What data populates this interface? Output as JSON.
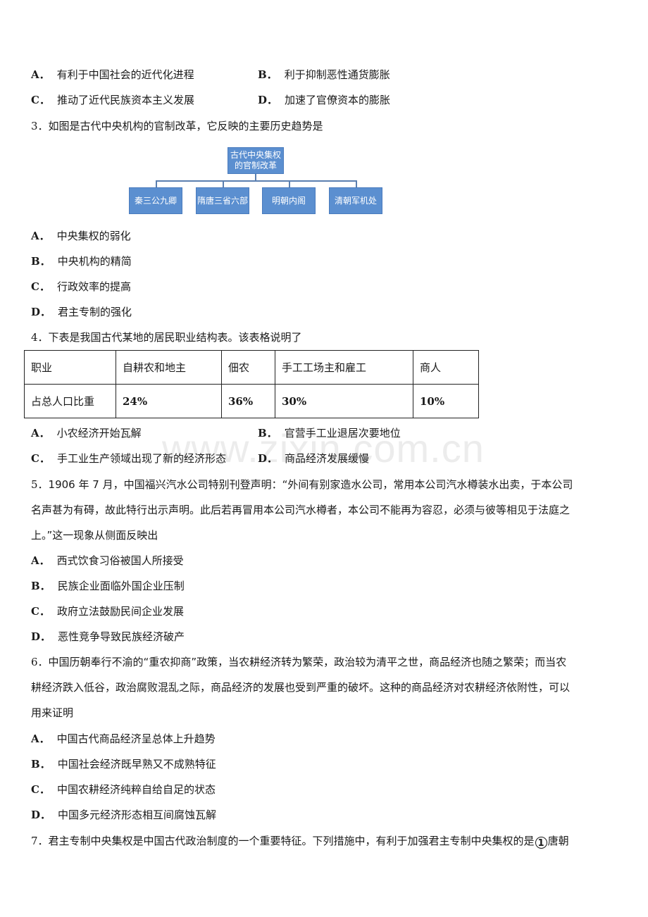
{
  "q2_options": {
    "a_letter": "A．",
    "a_text": "有利于中国社会的近代化进程",
    "b_letter": "B．",
    "b_text": "利于抑制恶性通货膨胀",
    "c_letter": "C．",
    "c_text": "推动了近代民族资本主义发展",
    "d_letter": "D．",
    "d_text": "加速了官僚资本的膨胀"
  },
  "q3": {
    "num": "3．",
    "stem": "如图是古代中央机构的官制改革，它反映的主要历史趋势是",
    "diagram": {
      "root_line1": "古代中央集权",
      "root_line2": "的官制改革",
      "children": [
        "秦三公九卿",
        "隋唐三省六部",
        "明朝内阁",
        "清朝军机处"
      ],
      "box_color": "#5b8fd0"
    },
    "options": [
      {
        "letter": "A．",
        "text": "中央集权的弱化"
      },
      {
        "letter": "B．",
        "text": "中央机构的精简"
      },
      {
        "letter": "C．",
        "text": "行政效率的提高"
      },
      {
        "letter": "D．",
        "text": "君主专制的强化"
      }
    ]
  },
  "q4": {
    "num": "4．",
    "stem": "下表是我国古代某地的居民职业结构表。该表格说明了",
    "table": {
      "header": [
        "职业",
        "自耕农和地主",
        "佃农",
        "手工工场主和雇工",
        "商人"
      ],
      "row": [
        "占总人口比重",
        "24%",
        "36%",
        "30%",
        "10%"
      ]
    },
    "options": {
      "a_letter": "A．",
      "a_text": "小农经济开始瓦解",
      "b_letter": "B．",
      "b_text": "官营手工业退居次要地位",
      "c_letter": "C．",
      "c_text": "手工业生产领域出现了新的经济形态",
      "d_letter": "D．",
      "d_text": "商品经济发展缓慢"
    }
  },
  "watermark": "www.zixin.com.cn",
  "q5": {
    "num": "5．",
    "line1": "1906 年 7 月，中国福兴汽水公司特别刊登声明：“外间有别家造水公司，常用本公司汽水樽装水出卖，于本公司",
    "line2": "名声甚为有碍，故此特行出示声明。此后若再冒用本公司汽水樽者，本公司不能再为容忍，必须与彼等相见于法庭之",
    "line3": "上。”这一现象从侧面反映出",
    "options": [
      {
        "letter": "A．",
        "text": "西式饮食习俗被国人所接受"
      },
      {
        "letter": "B．",
        "text": "民族企业面临外国企业压制"
      },
      {
        "letter": "C．",
        "text": "政府立法鼓励民间企业发展"
      },
      {
        "letter": "D．",
        "text": "恶性竞争导致民族经济破产"
      }
    ]
  },
  "q6": {
    "num": "6．",
    "line1": "中国历朝奉行不渝的“重农抑商”政策，当农耕经济转为繁荣，政治较为清平之世，商品经济也随之繁荣；而当农",
    "line2": "耕经济跌入低谷，政治腐败混乱之际，商品经济的发展也受到严重的破坏。这种的商品经济对农耕经济依附性，可以",
    "line3": "用来证明",
    "options": [
      {
        "letter": "A．",
        "text": "中国古代商品经济呈总体上升趋势"
      },
      {
        "letter": "B．",
        "text": "中国社会经济既早熟又不成熟特征"
      },
      {
        "letter": "C．",
        "text": "中国农耕经济纯粹自给自足的状态"
      },
      {
        "letter": "D．",
        "text": "中国多元经济形态相互间腐蚀瓦解"
      }
    ]
  },
  "q7": {
    "num": "7．",
    "text": "君主专制中央集权是中国古代政治制度的一个重要特征。下列措施中，有利于加强君主专制中央集权的是",
    "circle": "1",
    "tail": "唐朝"
  }
}
